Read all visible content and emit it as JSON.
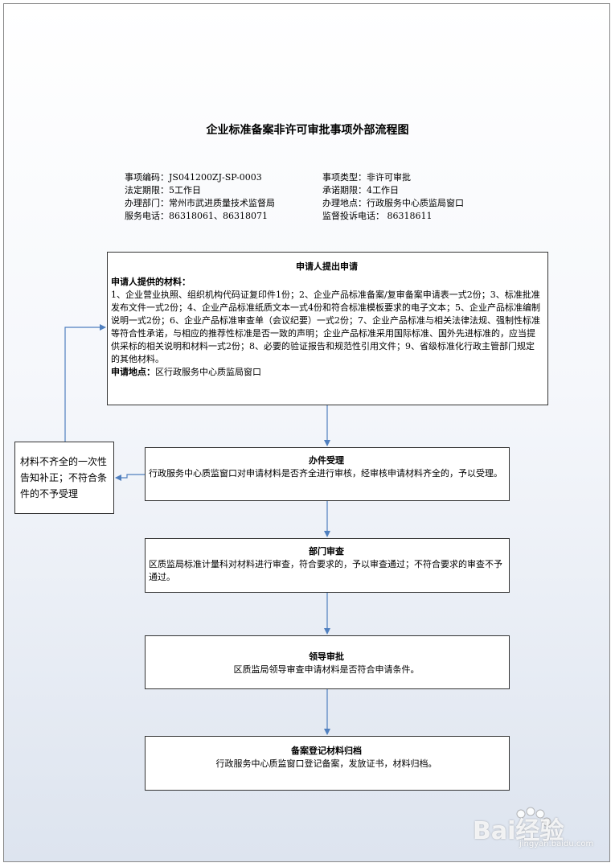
{
  "title": "企业标准备案非许可审批事项外部流程图",
  "meta": {
    "left": [
      "事项编码：JS041200ZJ-SP-0003",
      "法定期限：5工作日",
      "办理部门：常州市武进质量技术监督局",
      "服务电话：86318061、86318071"
    ],
    "right": [
      "事项类型：非许可审批",
      "承诺期限：4工作日",
      "办理地点：行政服务中心质监局窗口",
      "监督投诉电话：   86318611"
    ]
  },
  "apply": {
    "heading": "申请人提出申请",
    "materials_label": "申请人提供的材料：",
    "materials_text": "1、企业营业执照、组织机构代码证复印件1份；2、企业产品标准备案/复审备案申请表一式2份；3、标准批准发布文件一式2份；4、企业产品标准纸质文本一式4份和符合标准模板要求的电子文本；5、企业产品标准编制说明一式2份；6、企业产品标准审查单（会议纪要）一式2份；7、企业产品标准与相关法律法规、强制性标准等符合性承诺，与相应的推荐性标准是否一致的声明；企业产品标准采用国际标准、国外先进标准的，应当提供采标的相关说明和材料一式2份；8、必要的验证报告和规范性引用文件；9、省级标准化行政主管部门规定的其他材料。",
    "location_label": "申请地点：",
    "location_text": "区行政服务中心质监局窗口"
  },
  "reject": {
    "text": "材料不齐全的一次性告知补正；不符合条件的不予受理"
  },
  "accept": {
    "heading": "办件受理",
    "text": "行政服务中心质监窗口对申请材料是否齐全进行审核，经审核申请材料齐全的，予以受理。"
  },
  "dept_review": {
    "heading": "部门审查",
    "text": "区质监局标准计量科对材料进行审查，符合要求的，予以审查通过；不符合要求的审查不予通过。"
  },
  "leader": {
    "heading": "领导审批",
    "text": "区质监局领导审查申请材料是否符合申请条件。"
  },
  "archive": {
    "heading": "备案登记材料归档",
    "text": "行政服务中心质监窗口登记备案，发放证书，材料归档。"
  },
  "watermark": {
    "brand": "Bai经验",
    "url": "jingyan.baidu.com"
  },
  "colors": {
    "arrow": "#4f7fbf",
    "border": "#333333"
  }
}
